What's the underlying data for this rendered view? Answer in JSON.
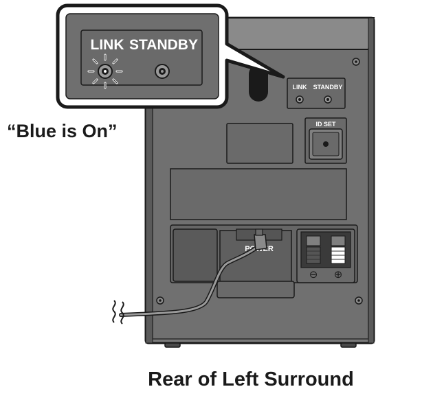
{
  "callout": {
    "link_label": "LINK",
    "standby_label": "STANDBY"
  },
  "status_text": "“Blue is On”",
  "rear_panel": {
    "link_label": "LINK",
    "standby_label": "STANDBY",
    "id_set_label": "ID SET",
    "power_label": "POWER"
  },
  "speaker_terminals": {
    "negative_symbol": "⊖",
    "positive_symbol": "⊕"
  },
  "caption": "Rear of Left Surround",
  "colors": {
    "panel_body": "#6f6f6f",
    "panel_recess": "#5f5f5f",
    "outline": "#1a1a1a",
    "text_light": "#ffffff",
    "text_dark": "#1a1a1a"
  }
}
